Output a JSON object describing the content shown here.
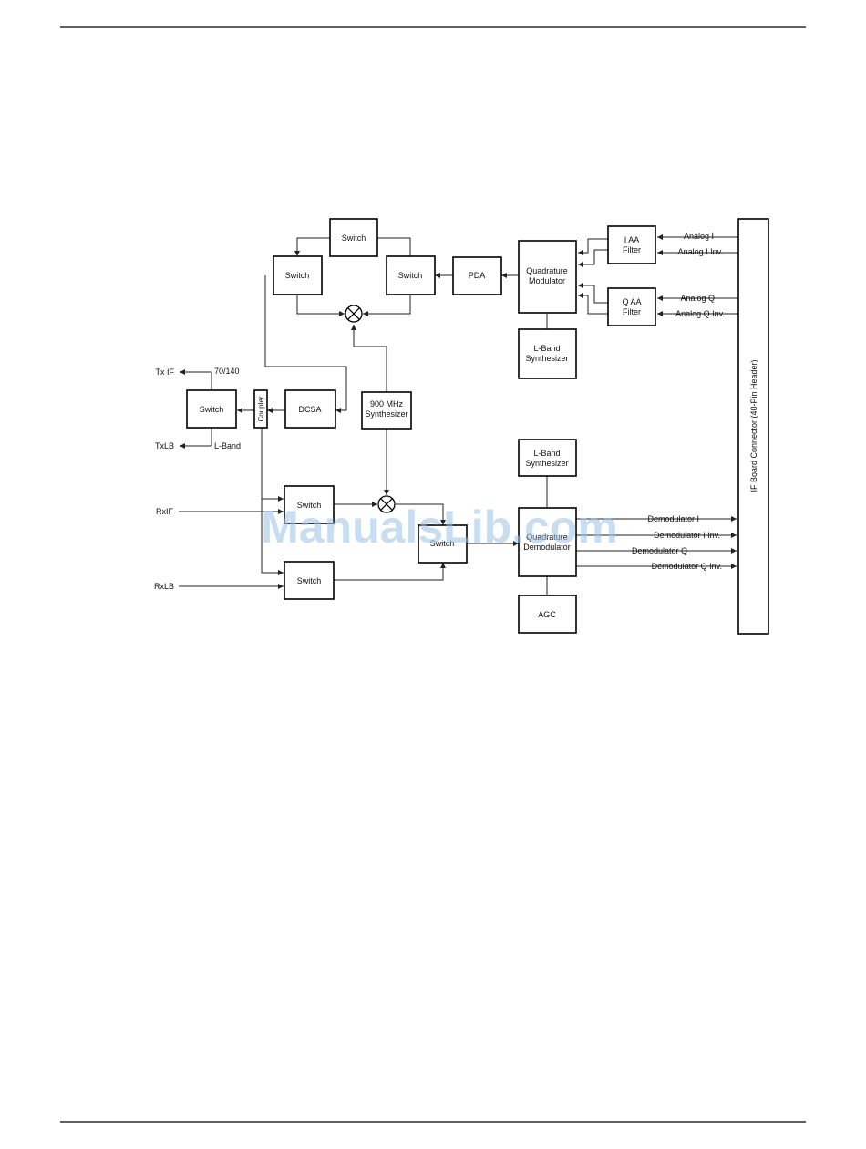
{
  "blocks": {
    "switch_top": "Switch",
    "switch_tx_left": "Switch",
    "switch_tx_right": "Switch",
    "pda": "PDA",
    "quad_mod": [
      "Quadrature",
      "Modulator"
    ],
    "i_aa_filter": [
      "I AA",
      "Filter"
    ],
    "q_aa_filter": [
      "Q AA",
      "Filter"
    ],
    "lband_synth_top": [
      "L-Band",
      "Synthesizer"
    ],
    "switch_txif": "Switch",
    "coupler": "Coupler",
    "dcsa": "DCSA",
    "synth_900": [
      "900 MHz",
      "Synthesizer"
    ],
    "lband_synth_bottom": [
      "L-Band",
      "Synthesizer"
    ],
    "switch_rxif": "Switch",
    "switch_rx_mid": "Switch",
    "switch_rxlb": "Switch",
    "quad_demod": [
      "Quadrature",
      "Demodulator"
    ],
    "agc": "AGC",
    "if_connector": "IF Board Connector (40-Pin Header)"
  },
  "signals": {
    "analog_i": "Analog I",
    "analog_i_inv": "Analog I Inv.",
    "analog_q": "Analog Q",
    "analog_q_inv": "Analog Q Inv.",
    "tx_if": "Tx IF",
    "tx_lb": "TxLB",
    "freq_70_140": "70/140",
    "l_band": "L-Band",
    "rx_if": "RxIF",
    "rx_lb": "RxLB",
    "demod_i": "Demodulator I",
    "demod_i_inv": "Demodulator I Inv.",
    "demod_q": "Demodulator Q",
    "demod_q_inv": "Demodulator Q Inv."
  },
  "watermark": "ManualsLib.com"
}
